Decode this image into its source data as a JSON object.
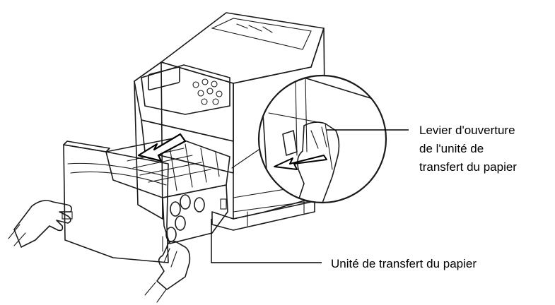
{
  "figure": {
    "callouts": [
      {
        "id": "lever",
        "lines": [
          "Levier d'ouverture",
          "de l'unité de",
          "transfert du papier"
        ]
      },
      {
        "id": "unit",
        "lines": [
          "Unité de transfert du papier"
        ]
      }
    ],
    "colors": {
      "panel_green": "#cfe6cc",
      "panel_green_dark": "#b8d6b4",
      "printer_body": "#ffffff",
      "line": "#1a1a1a",
      "display_gray": "#e6e6e6"
    },
    "icons": [
      "printer",
      "paper-transfer-unit",
      "lever-detail-magnifier",
      "pull-direction-arrow",
      "hand"
    ]
  }
}
